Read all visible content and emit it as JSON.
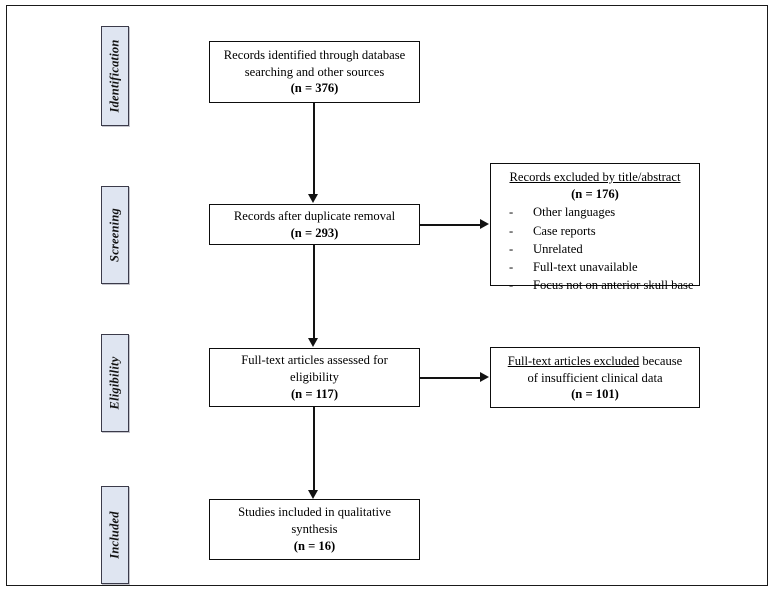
{
  "diagram": {
    "type": "prisma-flow-diagram",
    "title": "PRISMA study selection flow diagram",
    "colors": {
      "stage_label_fill": "#dfe5f1",
      "stage_label_border": "#3b3b4a",
      "box_border": "#0d0d0d",
      "connector": "#121212",
      "page_background": "#ffffff"
    },
    "stages": [
      {
        "id": "identification",
        "label": "Identification"
      },
      {
        "id": "screening",
        "label": "Screening"
      },
      {
        "id": "eligibility",
        "label": "Eligibility"
      },
      {
        "id": "included",
        "label": "Included"
      }
    ],
    "boxes": [
      {
        "id": "records-identified",
        "stage": "identification",
        "lines": [
          "Records identified through database",
          "searching and other sources"
        ],
        "count": "(n = 376)"
      },
      {
        "id": "records-after-duplicates",
        "stage": "screening",
        "lines": [
          "Records after duplicate removal"
        ],
        "count": "(n = 293)"
      },
      {
        "id": "fulltext-assessed",
        "stage": "eligibility",
        "lines": [
          "Full-text articles assessed for",
          "eligibility"
        ],
        "count": "(n = 117)"
      },
      {
        "id": "studies-included",
        "stage": "included",
        "lines": [
          "Studies included in qualitative",
          "synthesis"
        ],
        "count": "(n = 16)"
      }
    ],
    "excluded_boxes": [
      {
        "id": "records-excluded",
        "stage": "screening",
        "title": "Records excluded by title/abstract",
        "count": "(n = 176)",
        "dash": "-",
        "reasons": [
          "Other languages",
          "Case reports",
          "Unrelated",
          "Full-text unavailable",
          "Focus not on anterior skull base"
        ]
      },
      {
        "id": "fulltext-excluded",
        "stage": "eligibility",
        "title_underlined": "Full-text articles excluded",
        "title_plain": " because",
        "line2": "of insufficient clinical data",
        "count": "(n = 101)"
      }
    ]
  }
}
